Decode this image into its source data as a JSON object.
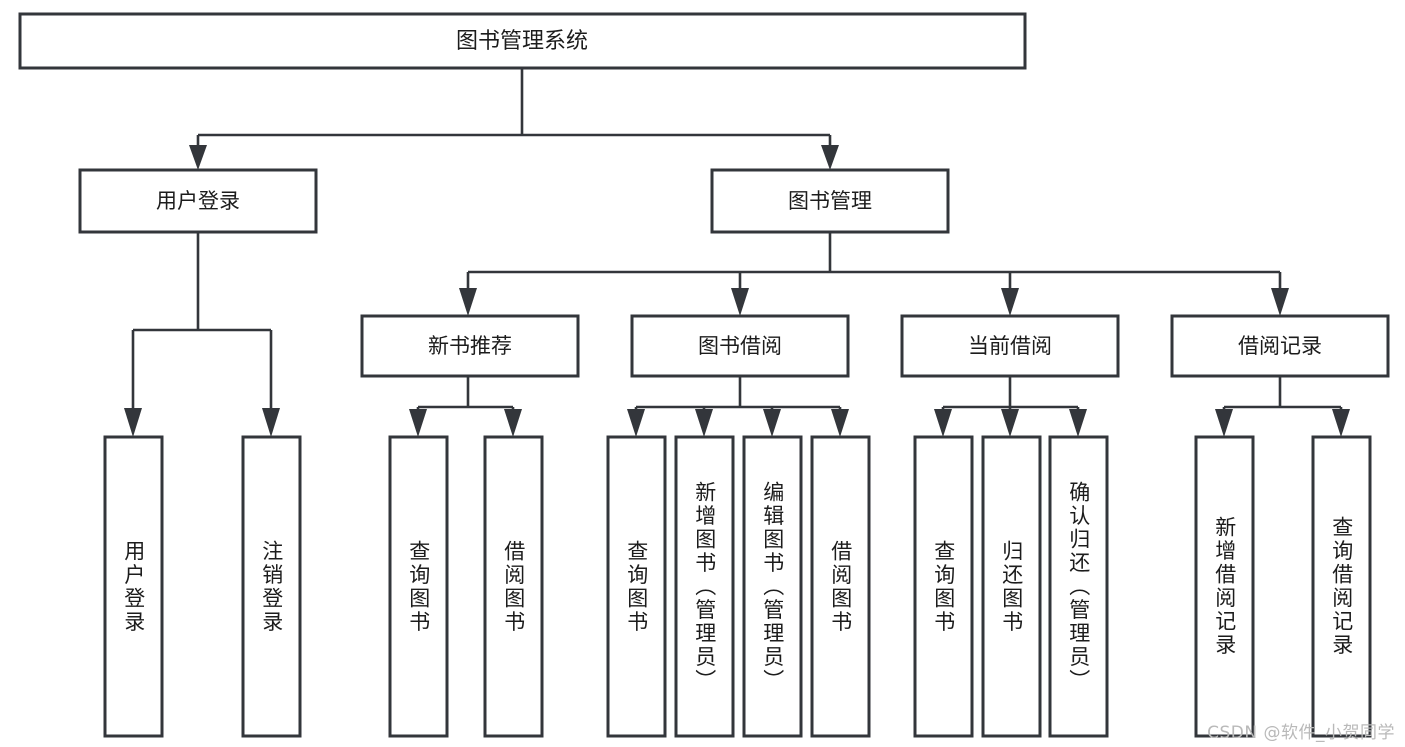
{
  "diagram": {
    "type": "tree-hierarchy",
    "title": "图书管理系统",
    "watermark": "CSDN @软件_小贺同学",
    "colors": {
      "box_stroke": "#33363b",
      "box_fill": "#ffffff",
      "connector": "#33363b",
      "text": "#1c1c1c",
      "background": "#ffffff",
      "watermark": "#b9b9b9"
    },
    "root": {
      "id": "root",
      "label": "图书管理系统",
      "orientation": "horizontal"
    },
    "level2": [
      {
        "id": "user-login",
        "label": "用户登录",
        "orientation": "horizontal"
      },
      {
        "id": "book-management",
        "label": "图书管理",
        "orientation": "horizontal"
      }
    ],
    "level3": [
      {
        "id": "new-book-recommend",
        "label": "新书推荐",
        "orientation": "horizontal",
        "parent": "book-management"
      },
      {
        "id": "book-borrow",
        "label": "图书借阅",
        "orientation": "horizontal",
        "parent": "book-management"
      },
      {
        "id": "current-borrow",
        "label": "当前借阅",
        "orientation": "horizontal",
        "parent": "book-management"
      },
      {
        "id": "borrow-record",
        "label": "借阅记录",
        "orientation": "horizontal",
        "parent": "book-management"
      }
    ],
    "leaves": [
      {
        "id": "leaf-user-login",
        "label": "用户登录",
        "orientation": "vertical",
        "parent": "user-login"
      },
      {
        "id": "leaf-user-logout",
        "label": "注销登录",
        "orientation": "vertical",
        "parent": "user-login"
      },
      {
        "id": "leaf-query-book-1",
        "label": "查询图书",
        "orientation": "vertical",
        "parent": "new-book-recommend"
      },
      {
        "id": "leaf-borrow-book-1",
        "label": "借阅图书",
        "orientation": "vertical",
        "parent": "new-book-recommend"
      },
      {
        "id": "leaf-query-book-2",
        "label": "查询图书",
        "orientation": "vertical",
        "parent": "book-borrow"
      },
      {
        "id": "leaf-add-book",
        "label": "新增图书（管理员）",
        "orientation": "vertical",
        "parent": "book-borrow"
      },
      {
        "id": "leaf-edit-book",
        "label": "编辑图书（管理员）",
        "orientation": "vertical",
        "parent": "book-borrow"
      },
      {
        "id": "leaf-borrow-book-2",
        "label": "借阅图书",
        "orientation": "vertical",
        "parent": "book-borrow"
      },
      {
        "id": "leaf-query-book-3",
        "label": "查询图书",
        "orientation": "vertical",
        "parent": "current-borrow"
      },
      {
        "id": "leaf-return-book",
        "label": "归还图书",
        "orientation": "vertical",
        "parent": "current-borrow"
      },
      {
        "id": "leaf-confirm-return",
        "label": "确认归还（管理员）",
        "orientation": "vertical",
        "parent": "current-borrow"
      },
      {
        "id": "leaf-add-record",
        "label": "新增借阅记录",
        "orientation": "vertical",
        "parent": "borrow-record"
      },
      {
        "id": "leaf-query-record",
        "label": "查询借阅记录",
        "orientation": "vertical",
        "parent": "borrow-record"
      }
    ]
  }
}
